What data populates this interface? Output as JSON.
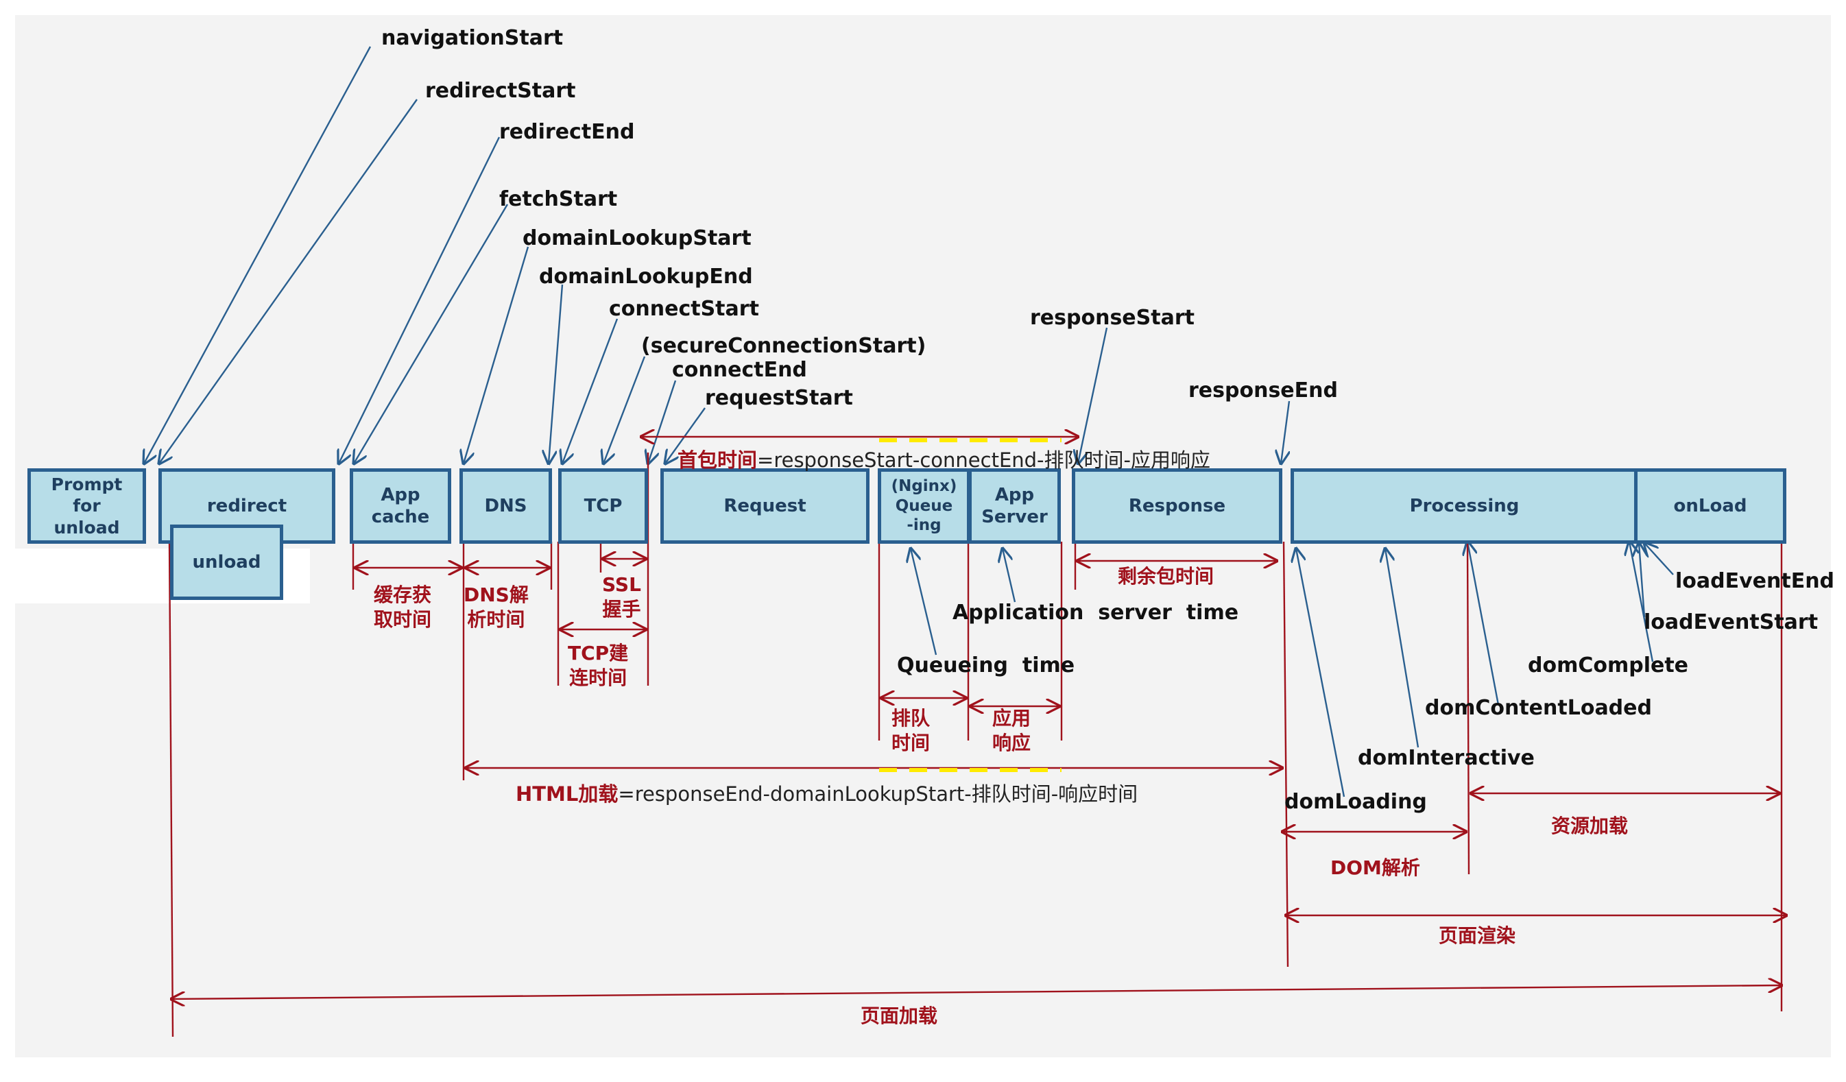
{
  "boxes": {
    "prompt": "Prompt\nfor\nunload",
    "redirect": "redirect",
    "unload": "unload",
    "appcache": "App\ncache",
    "dns": "DNS",
    "tcp": "TCP",
    "request": "Request",
    "queue": "(Nginx)\nQueue\n-ing",
    "appserver": "App\nServer",
    "response": "Response",
    "processing": "Processing",
    "onload": "onLoad"
  },
  "events": {
    "navigationStart": "navigationStart",
    "redirectStart": "redirectStart",
    "redirectEnd": "redirectEnd",
    "fetchStart": "fetchStart",
    "domainLookupStart": "domainLookupStart",
    "domainLookupEnd": "domainLookupEnd",
    "connectStart": "connectStart",
    "secureConnectionStart": "(secureConnectionStart)",
    "connectEnd": "connectEnd",
    "requestStart": "requestStart",
    "responseStart": "responseStart",
    "responseEnd": "responseEnd",
    "loadEventEnd": "loadEventEnd",
    "loadEventStart": "loadEventStart",
    "applicationServerTime": "Application  server  time",
    "queueingTime": "Queueing  time",
    "domComplete": "domComplete",
    "domContentLoaded": "domContentLoaded",
    "domInteractive": "domInteractive",
    "domLoading": "domLoading"
  },
  "durations": {
    "cache": "缓存获\n取时间",
    "dns": "DNS解\n析时间",
    "ssl": "SSL\n握手",
    "tcp": "TCP建\n连时间",
    "remaining": "剩余包时间",
    "queue": "排队\n时间",
    "app": "应用\n响应",
    "resource": "资源加载",
    "domparse": "DOM解析",
    "render": "页面渲染",
    "pageload": "页面加载"
  },
  "formulas": {
    "firstpacket_hl": "首包时间",
    "firstpacket_rest": "=responseStart-connectEnd-排队时间-应用响应",
    "html_hl": "HTML加载",
    "html_rest": "=responseEnd-domainLookupStart-排队时间-响应时间"
  },
  "colors": {
    "box_fill": "#b7dde8",
    "box_border": "#2a5f8f",
    "pointer_line": "#2a5f8f",
    "span_line": "#a0121c",
    "highlight": "#ffeb00"
  }
}
